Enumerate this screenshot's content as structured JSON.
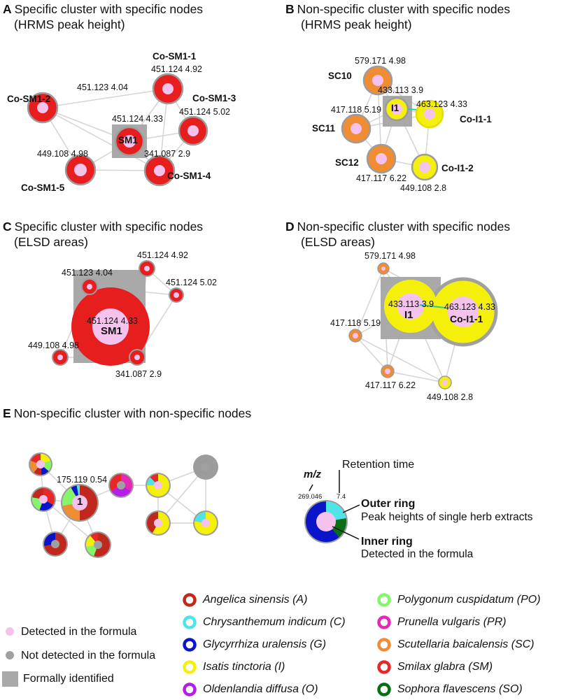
{
  "panels": {
    "A": {
      "letter": "A",
      "title": "Specific cluster with specific nodes",
      "subtitle": "(HRMS peak height)"
    },
    "B": {
      "letter": "B",
      "title": "Non-specific cluster with specific nodes",
      "subtitle": "(HRMS peak height)"
    },
    "C": {
      "letter": "C",
      "title": "Specific cluster with specific nodes",
      "subtitle": "(ELSD areas)"
    },
    "D": {
      "letter": "D",
      "title": "Non-specific cluster with specific nodes",
      "subtitle": "(ELSD areas)"
    },
    "E": {
      "letter": "E",
      "title": "Non-specific cluster with non-specific nodes"
    }
  },
  "panelA": {
    "names": {
      "co1": "Co-SM1-1",
      "co2": "Co-SM1-2",
      "co3": "Co-SM1-3",
      "co4": "Co-SM1-4",
      "co5": "Co-SM1-5",
      "center": "SM1"
    },
    "values": {
      "co1": "451.124 4.92",
      "co2": "451.123 4.04",
      "co3": "451.124 5.02",
      "center": "451.124 4.33",
      "co4": "341.087 2.9",
      "co5": "449.108 4.98"
    }
  },
  "panelB": {
    "names": {
      "sc10": "SC10",
      "sc11": "SC11",
      "sc12": "SC12",
      "center": "I1",
      "coi1": "Co-I1-1",
      "coi2": "Co-I1-2"
    },
    "values": {
      "sc10": "579.171 4.98",
      "center": "433.113 3.9",
      "coi1": "463.123 4.33",
      "sc11": "417.118 5.19",
      "sc12": "417.117 6.22",
      "coi2": "449.108 2.8"
    }
  },
  "panelC": {
    "center_name": "SM1",
    "values": {
      "n1": "451.124 4.92",
      "n2": "451.123 4.04",
      "n3": "451.124 5.02",
      "center": "451.124 4.33",
      "n5": "449.108 4.98",
      "n4": "341.087 2.9"
    }
  },
  "panelD": {
    "names": {
      "center": "I1",
      "coi1": "Co-I1-1"
    },
    "values": {
      "top": "579.171 4.98",
      "center": "433.113 3.9",
      "coi1": "463.123 4.33",
      "left": "417.118 5.19",
      "bottom": "417.117 6.22",
      "right": "449.108 2.8"
    }
  },
  "panelE": {
    "node_label": "1",
    "node_value": "175.119 0.54"
  },
  "key": {
    "mz": "m/z",
    "rt": "Retention time",
    "mz_value": "269.046",
    "rt_value": "7.4",
    "outer_title": "Outer ring",
    "outer_desc": "Peak heights of single herb extracts",
    "inner_title": "Inner ring",
    "inner_desc": "Detected in the formula"
  },
  "legend": {
    "detected": "Detected in the formula",
    "not_detected": "Not detected in the formula",
    "identified": "Formally identified",
    "herbs": [
      {
        "name": "Angelica sinensis (A)",
        "color": "#c0281e"
      },
      {
        "name": "Chrysanthemum indicum (C)",
        "color": "#4fe5e8"
      },
      {
        "name": "Glycyrrhiza uralensis (G)",
        "color": "#0a14c8"
      },
      {
        "name": "Isatis tinctoria (I)",
        "color": "#f5f00a"
      },
      {
        "name": "Oldenlandia diffusa (O)",
        "color": "#b41ee6"
      },
      {
        "name": "Polygonum cuspidatum (PO)",
        "color": "#86f56a"
      },
      {
        "name": "Prunella vulgaris (PR)",
        "color": "#e628b4"
      },
      {
        "name": "Scutellaria baicalensis (SC)",
        "color": "#f08c32"
      },
      {
        "name": "Smilax glabra (SM)",
        "color": "#e62828"
      },
      {
        "name": "Sophora flavescens (SO)",
        "color": "#0a6e14"
      }
    ],
    "colors": {
      "detected": "#f4c2ec",
      "not_detected": "#a0a0a0",
      "identified": "#a9a9a9"
    }
  }
}
